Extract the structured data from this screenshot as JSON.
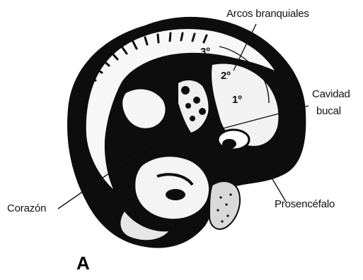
{
  "figure": {
    "panel_letter": "A",
    "labels": {
      "arcos": "Arcos branquiales",
      "cavidad_line1": "Cavidad",
      "cavidad_line2": "bucal",
      "corazon": "Corazón",
      "prosencefalo": "Prosencéfalo"
    },
    "arch_numbers": {
      "third": "3º",
      "second": "2º",
      "first": "1º"
    },
    "colors": {
      "ink": "#0d0d0d",
      "paper": "#ffffff"
    }
  }
}
